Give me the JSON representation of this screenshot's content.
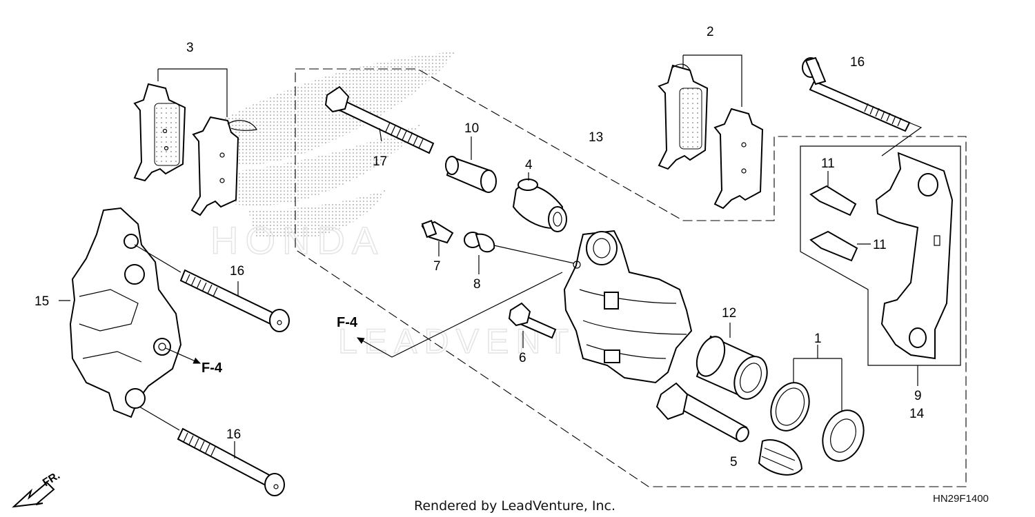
{
  "diagram": {
    "watermark_brand": "HONDA",
    "watermark_dealer": "LEADVENTURE",
    "footer_text": "Rendered by LeadVenture, Inc.",
    "diagram_code": "HN29F1400",
    "direction_label": "FR.",
    "ref_left": "F-4",
    "ref_center": "F-4",
    "callouts": {
      "c1": "1",
      "c2": "2",
      "c3": "3",
      "c4": "4",
      "c5": "5",
      "c6": "6",
      "c7": "7",
      "c8": "8",
      "c9": "9",
      "c10": "10",
      "c11a": "11",
      "c11b": "11",
      "c12": "12",
      "c13": "13",
      "c14": "14",
      "c15": "15",
      "c16a": "16",
      "c16b": "16",
      "c16c": "16",
      "c17": "17"
    }
  }
}
